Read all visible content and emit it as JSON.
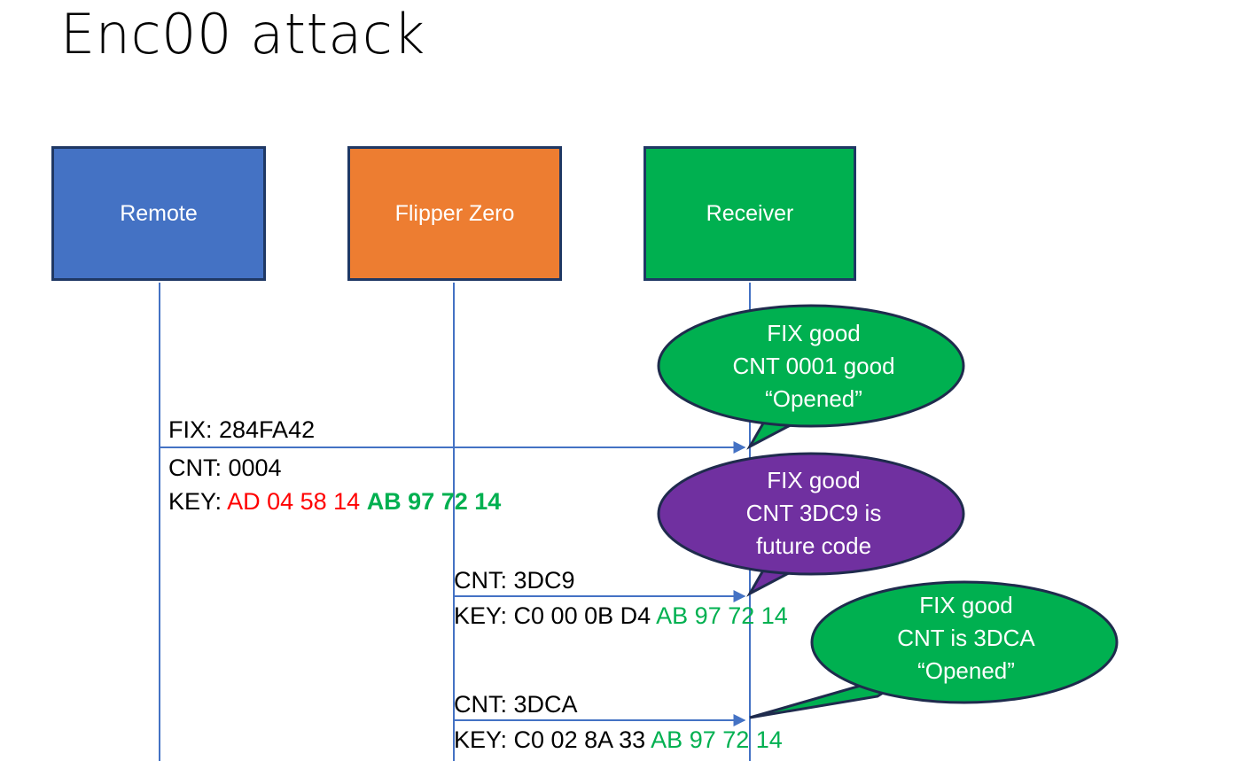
{
  "slide": {
    "title": "Enc00 attack",
    "background": "#FFFFFF"
  },
  "colors": {
    "remote_blue": "#4472C4",
    "flipper_orange": "#ED7D31",
    "receiver_green": "#00B050",
    "future_purple": "#7030A0",
    "box_border": "#1F3864",
    "lifeline_blue": "#4472C4",
    "key_red": "#FF0000",
    "key_green": "#00B050",
    "bubble_outline": "#1F2B4D"
  },
  "actors": [
    {
      "id": "remote",
      "label": "Remote",
      "fill": "#4472C4"
    },
    {
      "id": "flipper",
      "label": "Flipper Zero",
      "fill": "#ED7D31"
    },
    {
      "id": "receiver",
      "label": "Receiver",
      "fill": "#00B050"
    }
  ],
  "messages": [
    {
      "id": "msg1",
      "from": "remote",
      "to": "receiver",
      "line1": "FIX: 284FA42",
      "line2": "CNT: 0004",
      "key_label": "KEY: ",
      "key_red": "AD 04 58 14 ",
      "key_green": "AB 97 72 14"
    },
    {
      "id": "msg2",
      "from": "flipper",
      "to": "receiver",
      "line1": "CNT: 3DC9",
      "key_label": "KEY: C0 00 0B D4 ",
      "key_green": "AB 97 72 14"
    },
    {
      "id": "msg3",
      "from": "flipper",
      "to": "receiver",
      "line1": "CNT: 3DCA",
      "key_label": "KEY: C0 02 8A 33 ",
      "key_green": "AB 97 72 14"
    }
  ],
  "callouts": [
    {
      "id": "callout1",
      "fill": "#00B050",
      "line1": "FIX good",
      "line2": "CNT 0001 good",
      "line3": "“Opened”"
    },
    {
      "id": "callout2",
      "fill": "#7030A0",
      "line1": "FIX good",
      "line2": "CNT 3DC9 is",
      "line3": "future code"
    },
    {
      "id": "callout3",
      "fill": "#00B050",
      "line1": "FIX good",
      "line2": "CNT is 3DCA",
      "line3": "“Opened”"
    }
  ]
}
